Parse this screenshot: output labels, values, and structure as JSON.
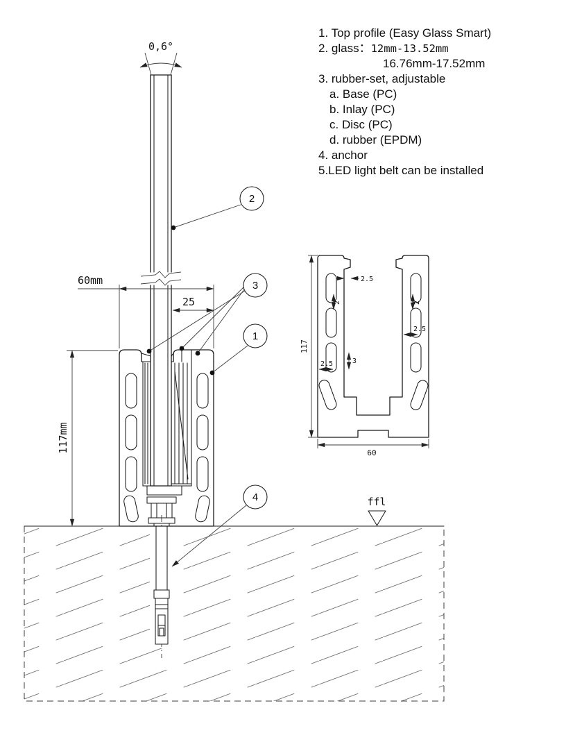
{
  "legend": {
    "line1": "1. Top profile (Easy Glass Smart)",
    "line2_label": "2. glass：",
    "line2_value": "12mm-13.52mm",
    "line3": "16.76mm-17.52mm",
    "line4": "3. rubber-set, adjustable",
    "line5": "a. Base (PC)",
    "line6": "b. Inlay (PC)",
    "line7": "c. Disc (PC)",
    "line8": "d. rubber (EPDM)",
    "line9": "4. anchor",
    "line10": "5.LED light belt can be installed"
  },
  "main_view": {
    "angle_label": "0,6°",
    "dim_width": "60mm",
    "dim_offset": "25",
    "dim_height": "117mm",
    "callout_glass": "2",
    "callout_rubber_set": "3",
    "callout_top_profile": "1",
    "callout_anchor": "4"
  },
  "detail_view": {
    "dim_height": "117",
    "dim_width": "60",
    "dim_lip": "2.5",
    "dim_rib_left": "2",
    "dim_rib_right": "2",
    "dim_wall_right": "2.5",
    "dim_wall_left": "2.5",
    "dim_center_rib": "3",
    "ffl_label": "ffl"
  },
  "colors": {
    "line": "#1b1b1b",
    "thin_line": "#3c3c3c",
    "hatch": "#777777",
    "background": "#ffffff"
  }
}
